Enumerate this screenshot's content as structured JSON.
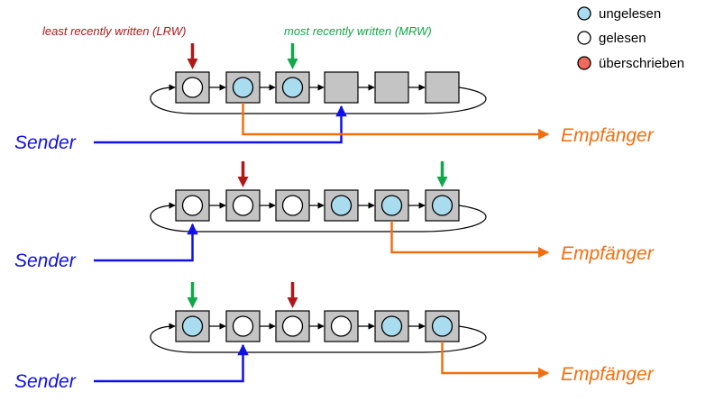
{
  "legend": {
    "items": [
      {
        "label": "ungelesen",
        "color": "#a9dcef"
      },
      {
        "label": "gelesen",
        "color": "#ffffff"
      },
      {
        "label": "überschrieben",
        "color": "#f0695a"
      }
    ]
  },
  "labels": {
    "lrw": "least recently written (LRW)",
    "mrw": "most recently written (MRW)"
  },
  "colors": {
    "slot_fill": "#c4c4c4",
    "lrw_arrow": "#b01818",
    "mrw_arrow": "#10a84a",
    "sender": "#1010e8",
    "receiver": "#f07010"
  },
  "rows": [
    {
      "slots": [
        "read",
        "unread",
        "unread",
        "empty",
        "empty",
        "empty"
      ],
      "lrw_index": 0,
      "mrw_index": 2,
      "sender_label": "Sender",
      "sender_into_index": 3,
      "receiver_label": "Empfänger",
      "receiver_from_index": 1
    },
    {
      "slots": [
        "read",
        "read",
        "read",
        "unread",
        "unread",
        "unread"
      ],
      "lrw_index": 1,
      "mrw_index": 5,
      "sender_label": "Sender",
      "sender_into_index": 0,
      "receiver_label": "Empfänger",
      "receiver_from_index": 4
    },
    {
      "slots": [
        "unread",
        "read",
        "read",
        "read",
        "unread",
        "unread"
      ],
      "lrw_index": 2,
      "mrw_index": 0,
      "sender_label": "Sender",
      "sender_into_index": 1,
      "receiver_label": "Empfänger",
      "receiver_from_index": 5
    }
  ]
}
